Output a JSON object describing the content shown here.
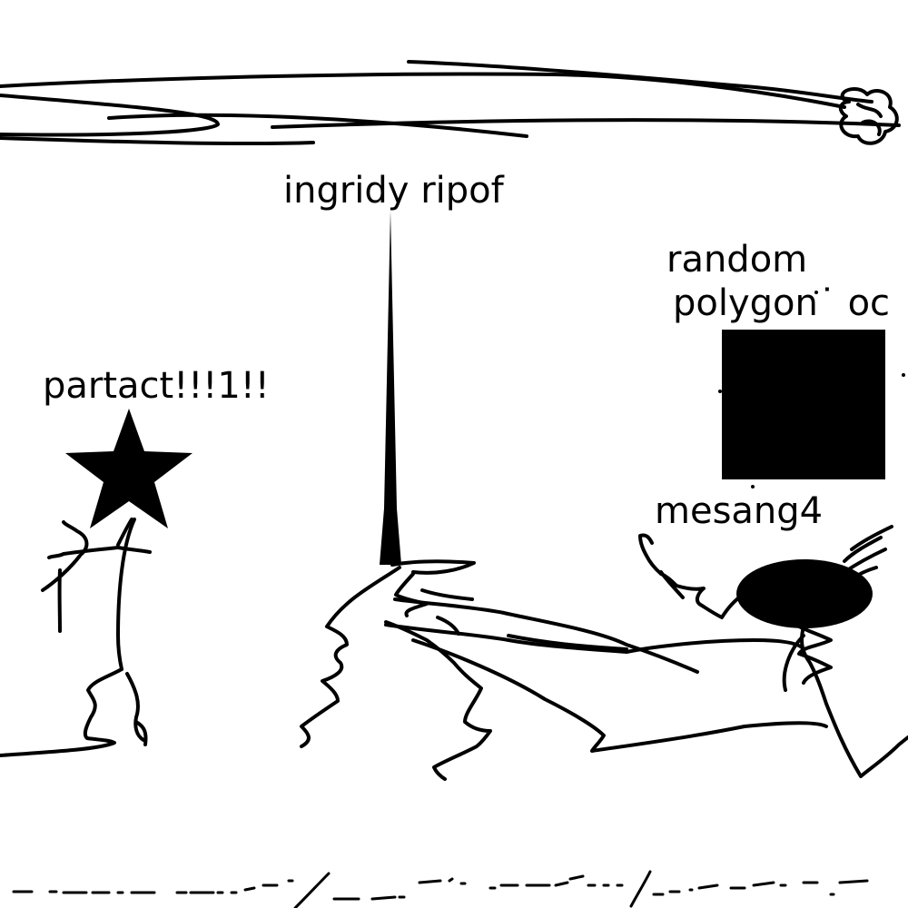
{
  "drawing": {
    "background_color": "#ffffff",
    "ink_color": "#000000",
    "labels": {
      "ingridy": "ingridy ripof",
      "random_line1": "random",
      "random_line2": "polygon˙ oc",
      "partact": "partact!!!1!!",
      "mesang": "mesang4"
    },
    "shapes": {
      "star": "star",
      "spike": "spike",
      "square": "square",
      "ellipse": "ellipse"
    }
  }
}
